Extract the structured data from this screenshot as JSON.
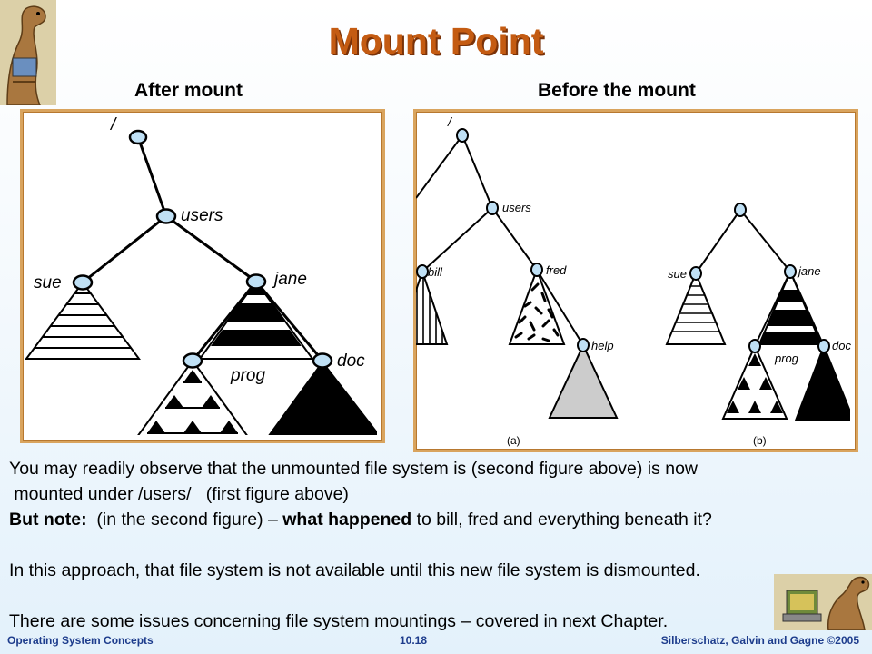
{
  "slide": {
    "title": "Mount Point",
    "captions": {
      "left": "After mount",
      "right": "Before the mount"
    }
  },
  "figure_left": {
    "root": "/",
    "labels": {
      "users": "users",
      "sue": "sue",
      "jane": "jane",
      "prog": "prog",
      "doc": "doc"
    }
  },
  "figure_right": {
    "root": "/",
    "labels": {
      "users": "users",
      "bill": "bill",
      "fred": "fred",
      "help": "help",
      "sue": "sue",
      "jane": "jane",
      "prog": "prog",
      "doc": "doc"
    },
    "panels": {
      "a": "(a)",
      "b": "(b)"
    }
  },
  "body": {
    "line1": "You may readily observe that the unmounted file system is (second figure above) is now",
    "line2": " mounted under /users/   (first figure above)",
    "line3_label": "But note:",
    "line3_a": "  (in the second figure) – ",
    "line3_bold": "what happened",
    "line3_b": " to bill, fred and everything beneath it?",
    "line4": "In this approach, that file system is not available until this new file system is dismounted.",
    "line5": "There are some issues concerning file system mountings – covered in next Chapter."
  },
  "footer": {
    "left": "Operating System Concepts",
    "center": "10.18",
    "right": "Silberschatz, Galvin and Gagne ©2005"
  },
  "colors": {
    "title": "#c45b12",
    "footer": "#1d3c8c",
    "frame": "#d9a45e",
    "node": "#bfe0f5",
    "help_fill": "#cccccc"
  }
}
